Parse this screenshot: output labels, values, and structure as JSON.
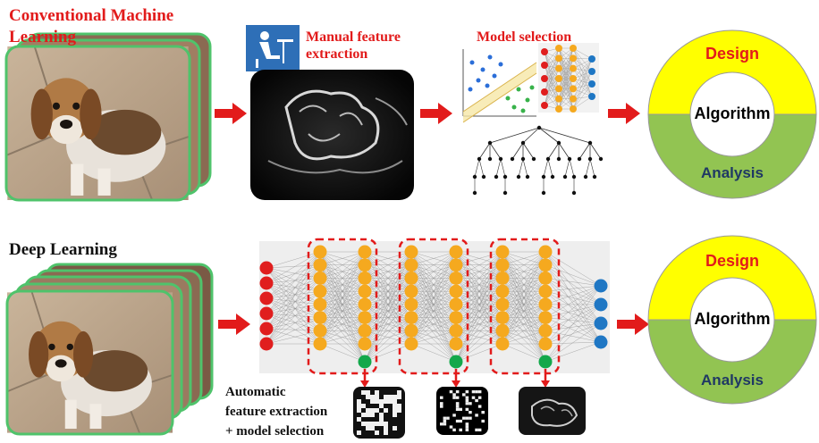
{
  "top_row": {
    "title": "Conventional Machine Learning",
    "manual_label": "Manual feature extraction",
    "model_label": "Model selection"
  },
  "bottom_row": {
    "title": "Deep Learning",
    "auto_label_line1": "Automatic",
    "auto_label_line2": "feature extraction",
    "auto_label_line3": "+ model selection"
  },
  "ring": {
    "design": "Design",
    "algorithm": "Algorithm",
    "analysis": "Analysis"
  },
  "colors": {
    "accent_red": "#e21b1b",
    "ring_yellow": "#ffff00",
    "ring_green": "#92c452",
    "frame_green": "#4fc36b",
    "node_red": "#e01e1e",
    "node_orange": "#f5a91f",
    "node_blue": "#1f77c4",
    "node_green": "#13a84b"
  }
}
